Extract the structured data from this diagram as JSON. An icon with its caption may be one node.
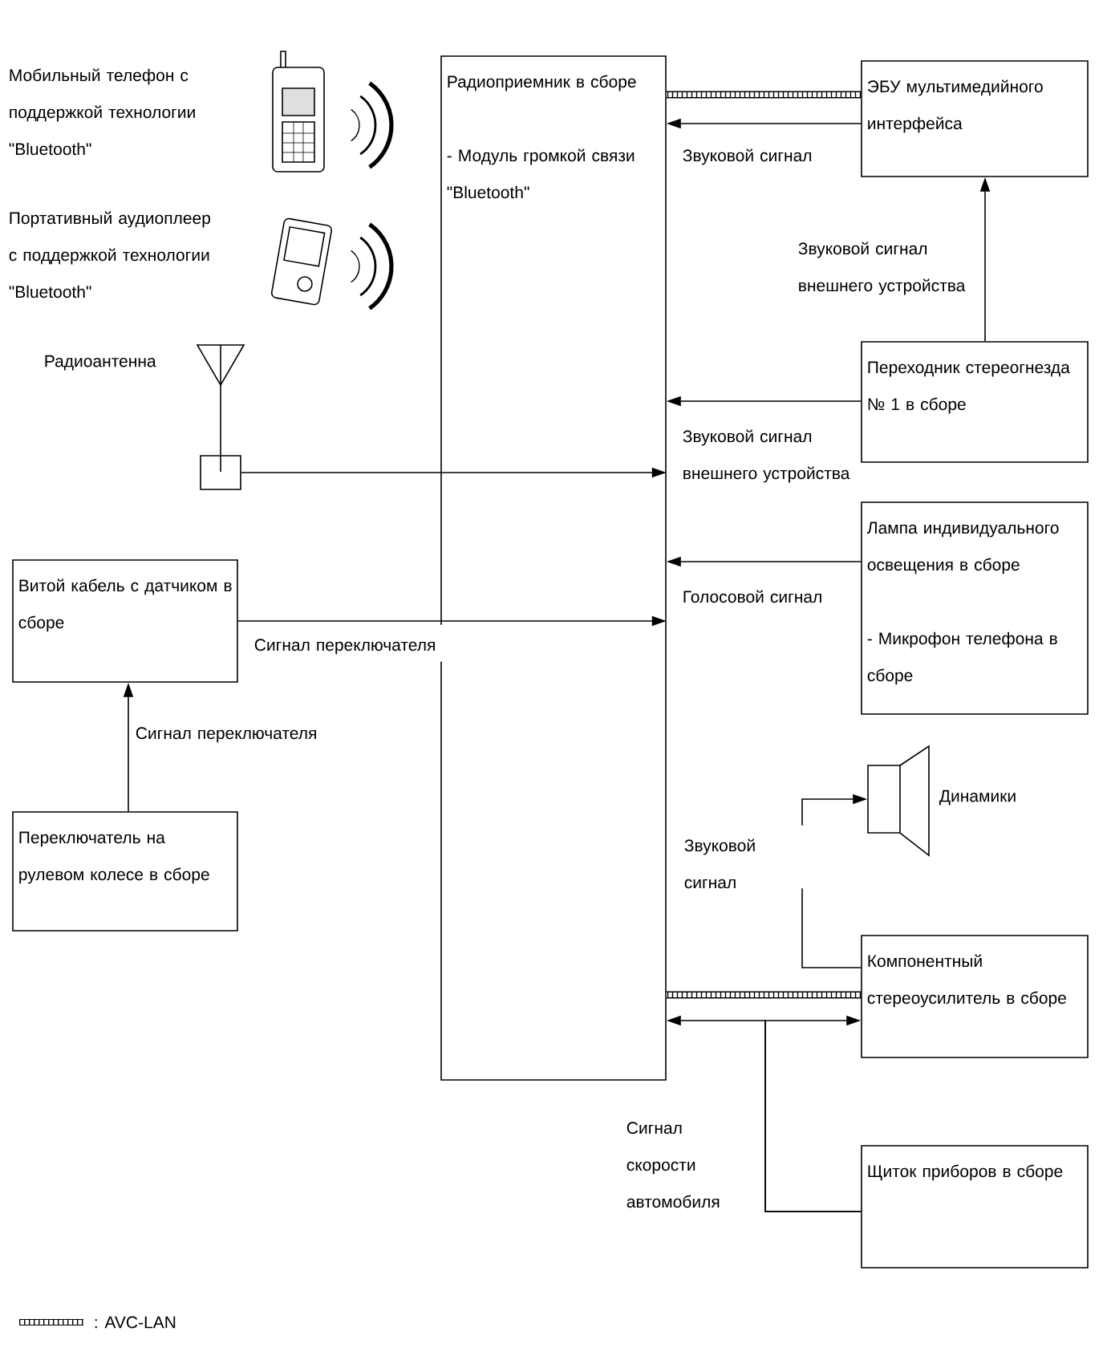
{
  "diagram": {
    "nodes": [
      {
        "text": [
          "Радиоприемник в сборе",
          "- Модуль громкой связи \"Bluetooth\""
        ]
      },
      {
        "text": [
          "ЭБУ мультимедийного интерфейса"
        ]
      },
      {
        "text": [
          "Переходник стереогнезда № 1 в сборе"
        ]
      },
      {
        "text": [
          "Лампа индивидуального освещения в сборе",
          "- Микрофон телефона в сборе"
        ]
      },
      {
        "text": [],
        "shape": "box",
        "beside": [
          "Радиоантенна"
        ]
      },
      {
        "text": [
          "Витой кабель с датчиком в сборе"
        ]
      },
      {
        "text": [
          "Переключатель на рулевом колесе в сборе"
        ]
      },
      {
        "text": [],
        "shape": "speaker",
        "beside": [
          "Динамики"
        ]
      },
      {
        "text": [
          "Компонентный стереоусилитель в сборе"
        ]
      },
      {
        "text": [
          "Щиток приборов в сборе"
        ]
      }
    ],
    "edges": [
      {
        "from": 1,
        "to": 0,
        "arrow": "none",
        "style": "thick"
      },
      {
        "from": 1,
        "to": 0,
        "arrow": "to",
        "label": "Звуковой сигнал"
      },
      {
        "from": 2,
        "to": 1,
        "arrow": "to",
        "label": "Звуковой сигнал внешнего устройства"
      },
      {
        "from": 2,
        "to": 0,
        "arrow": "to",
        "label": "Звуковой сигнал внешнего устройства"
      },
      {
        "from": 3,
        "to": 0,
        "arrow": "to",
        "label": "Голосовой сигнал"
      },
      {
        "from": 4,
        "to": 0,
        "arrow": "to"
      },
      {
        "from": 5,
        "to": 0,
        "arrow": "to",
        "label": "Сигнал переключателя"
      },
      {
        "from": 6,
        "to": 5,
        "arrow": "to",
        "label": "Сигнал переключателя"
      },
      {
        "from": 8,
        "to": 7,
        "arrow": "to",
        "label": "Звуковой сигнал"
      },
      {
        "from": 8,
        "to": 0,
        "arrow": "none",
        "style": "thick"
      },
      {
        "from": 9,
        "to": 0,
        "arrow": "to",
        "label": "Сигнал скорости автомобиля"
      },
      {
        "from": 9,
        "to": 8,
        "arrow": "to"
      }
    ],
    "labels": [
      "Мобильный телефон с поддержкой технологии \"Bluetooth\"",
      "Портативный аудиоплеер с поддержкой технологии \"Bluetooth\""
    ],
    "legend": [
      {
        "text": ": AVC-LAN"
      }
    ]
  }
}
